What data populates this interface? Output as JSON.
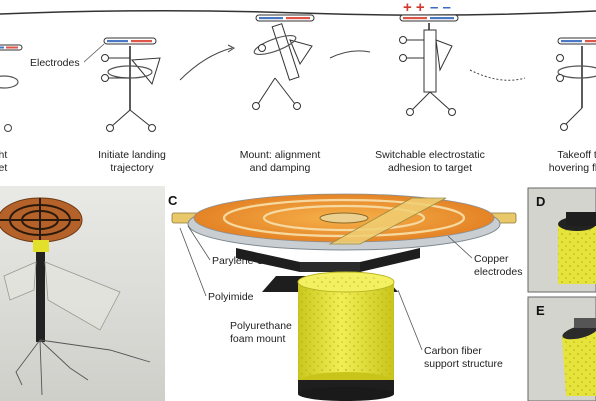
{
  "top_strip": {
    "electrodes_label": "Electrodes",
    "charge_plus": "+ +",
    "charge_minus": "– –",
    "steps": [
      {
        "line1": "ght",
        "line2": "get"
      },
      {
        "line1": "Initiate landing",
        "line2": "trajectory"
      },
      {
        "line1": "Mount: alignment",
        "line2": "and damping"
      },
      {
        "line1": "Switchable electrostatic",
        "line2": "adhesion to target"
      },
      {
        "line1": "Takeoff to",
        "line2": "hovering fligh"
      }
    ]
  },
  "panel_c": {
    "letter": "C",
    "labels": {
      "parylene": "Parylene C",
      "polyimide": "Polyimide",
      "copper_line1": "Copper",
      "copper_line2": "electrodes",
      "foam_line1": "Polyurethane",
      "foam_line2": "foam mount",
      "carbon_line1": "Carbon fiber",
      "carbon_line2": "support structure"
    }
  },
  "panel_d": {
    "letter": "D"
  },
  "panel_e": {
    "letter": "E"
  },
  "colors": {
    "electrode_red": "#e0554a",
    "electrode_blue": "#4a78c4",
    "copper": "#e08a2a",
    "foam_yellow": "#e6e43a",
    "support_black": "#1e1e1e"
  }
}
